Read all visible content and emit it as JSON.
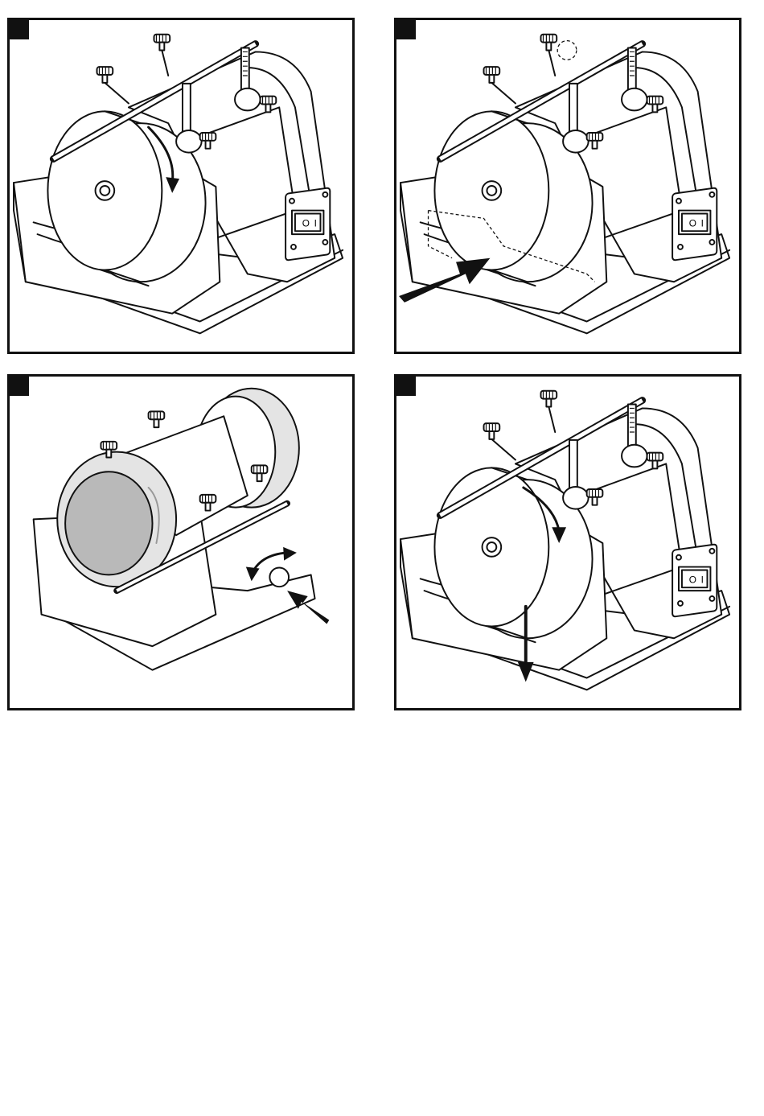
{
  "panels": [
    {
      "id": 1,
      "name": "wheel-rotation-step",
      "caption": ""
    },
    {
      "id": 2,
      "name": "water-trough-insert-step",
      "caption": ""
    },
    {
      "id": 3,
      "name": "wheel-change-step",
      "caption": ""
    },
    {
      "id": 4,
      "name": "trough-remove-step",
      "caption": ""
    }
  ],
  "switch_labels": {
    "off": "O",
    "on": "I"
  },
  "colors": {
    "line": "#111111",
    "shade": "#e4e4e4",
    "stone": "#b9b9b9",
    "background": "#ffffff"
  }
}
